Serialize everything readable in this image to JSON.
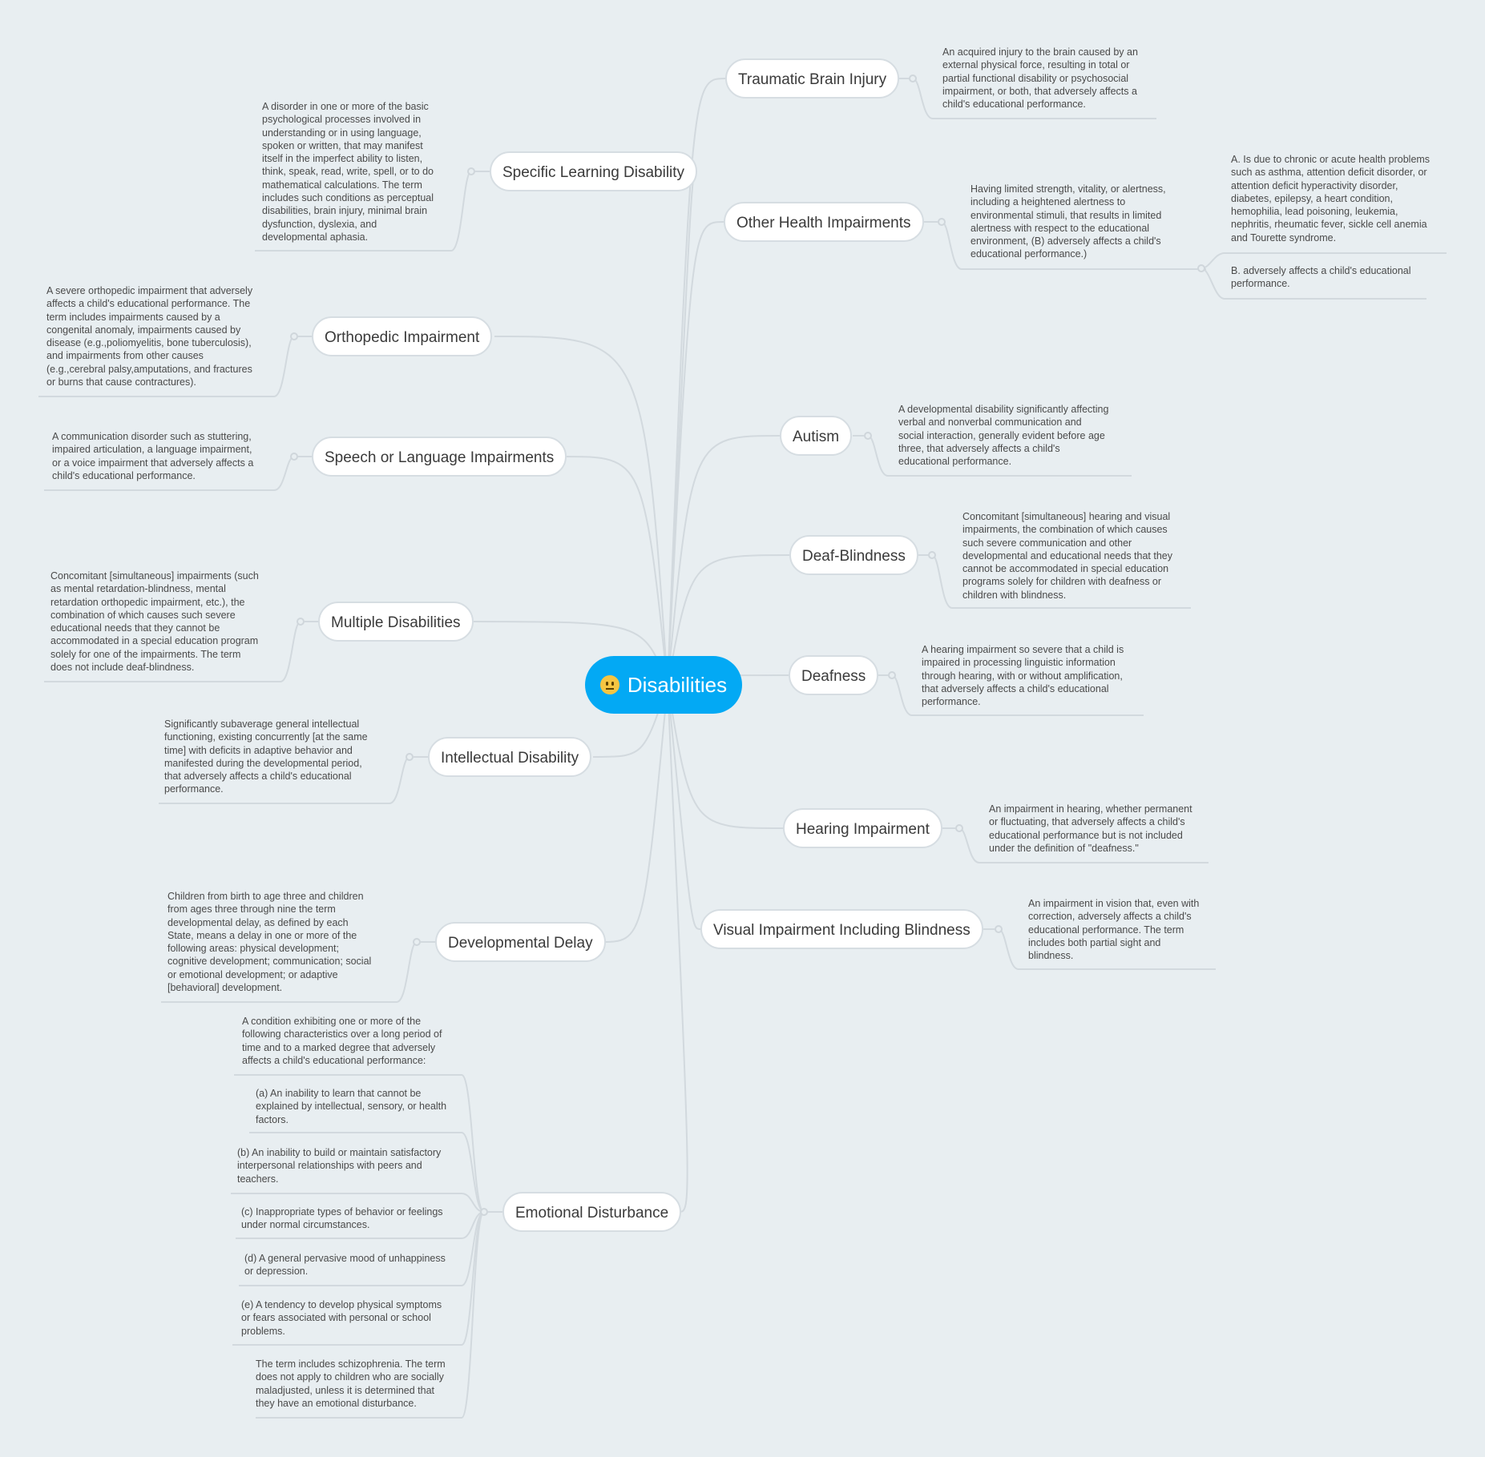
{
  "central": {
    "label": "Disabilities",
    "icon": "neutral-face-emoji-icon"
  },
  "colors": {
    "central_fill": "#03a9f4",
    "background": "#e8eef1",
    "line": "#d2d9de"
  },
  "topics": {
    "traumatic_brain_injury": {
      "label": "Traumatic Brain Injury",
      "note": [
        "An acquired injury to the brain caused by an",
        "external physical force, resulting in total or",
        "partial functional disability or psychosocial",
        "impairment, or both, that adversely affects a",
        "child's educational performance."
      ]
    },
    "other_health_impairments": {
      "label": "Other Health Impairments",
      "note": [
        "Having limited strength, vitality, or alertness,",
        "including a heightened alertness to",
        "environmental stimuli, that results in limited",
        "alertness with respect to the educational",
        "environment,  (B) adversely affects a child's",
        "educational performance.)"
      ],
      "sub_a": [
        "A. Is due to chronic or acute health problems",
        "such as asthma, attention deficit disorder, or",
        "attention deficit hyperactivity disorder,",
        "diabetes, epilepsy, a heart condition,",
        "hemophilia, lead poisoning, leukemia,",
        "nephritis, rheumatic fever, sickle cell anemia",
        "and Tourette syndrome."
      ],
      "sub_b": [
        "B. adversely affects a child's educational",
        "performance."
      ]
    },
    "autism": {
      "label": "Autism",
      "note": [
        "A developmental disability significantly affecting",
        "verbal and nonverbal communication and",
        "social interaction, generally evident before age",
        "three, that adversely affects a child's",
        "educational performance."
      ]
    },
    "deaf_blindness": {
      "label": "Deaf-Blindness",
      "note": [
        "Concomitant [simultaneous] hearing and visual",
        "impairments, the combination of which causes",
        "such severe communication and other",
        "developmental and educational needs that they",
        "cannot be accommodated in special education",
        "programs solely for children with deafness or",
        "children with blindness."
      ]
    },
    "deafness": {
      "label": "Deafness",
      "note": [
        "A hearing impairment so severe that a child is",
        "impaired in processing linguistic information",
        "through hearing, with or without amplification,",
        "that adversely affects a child's educational",
        "performance."
      ]
    },
    "hearing_impairment": {
      "label": "Hearing Impairment",
      "note": [
        "An impairment in hearing, whether permanent",
        "or fluctuating, that adversely affects a child's",
        "educational performance but is not included",
        "under the definition of \"deafness.\""
      ]
    },
    "visual_impairment": {
      "label": "Visual Impairment Including Blindness",
      "note": [
        "An impairment in vision that, even with",
        "correction, adversely affects a child's",
        "educational performance. The term",
        "includes both partial sight and",
        "blindness."
      ]
    },
    "specific_learning_disability": {
      "label": "Specific Learning Disability",
      "note": [
        "A disorder in one or more of the basic",
        "psychological processes involved in",
        "understanding or in using language,",
        "spoken or written, that may manifest",
        "itself in the imperfect ability to listen,",
        "think, speak, read, write, spell, or to do",
        "mathematical calculations. The term",
        "includes such conditions as perceptual",
        "disabilities, brain injury, minimal brain",
        "dysfunction, dyslexia, and",
        "developmental aphasia."
      ]
    },
    "orthopedic_impairment": {
      "label": "Orthopedic Impairment",
      "note": [
        "A severe orthopedic impairment that adversely",
        "affects a child's educational performance. The",
        "term includes impairments caused by a",
        "congenital anomaly, impairments caused by",
        "disease (e.g.,poliomyelitis, bone tuberculosis),",
        "and impairments from other causes",
        "(e.g.,cerebral palsy,amputations, and fractures",
        "or burns that cause contractures)."
      ]
    },
    "speech_language": {
      "label": "Speech or Language Impairments",
      "note": [
        "A communication disorder such as stuttering,",
        "impaired articulation, a language impairment,",
        "or a voice impairment that adversely affects a",
        "child's educational performance."
      ]
    },
    "multiple_disabilities": {
      "label": "Multiple Disabilities",
      "note": [
        "Concomitant [simultaneous] impairments (such",
        "as mental retardation-blindness, mental",
        "retardation orthopedic impairment, etc.), the",
        "combination of which causes such severe",
        "educational needs that they cannot be",
        "accommodated in a special education program",
        "solely for one of the impairments. The term",
        "does not include deaf-blindness."
      ]
    },
    "intellectual_disability": {
      "label": "Intellectual Disability",
      "note": [
        "Significantly subaverage general intellectual",
        "functioning, existing concurrently [at the same",
        "time] with deficits in adaptive behavior and",
        "manifested during the developmental period,",
        "that adversely affects a child's educational",
        "performance."
      ]
    },
    "developmental_delay": {
      "label": "Developmental Delay",
      "note": [
        "Children from birth to age three and children",
        "from ages three through nine  the term",
        "developmental delay, as defined by each",
        "State, means a delay in one or more of the",
        "following areas: physical development;",
        "cognitive development; communication; social",
        "or emotional development; or adaptive",
        "[behavioral] development."
      ]
    },
    "emotional_disturbance": {
      "label": "Emotional Disturbance",
      "notes": [
        [
          "A condition exhibiting one or more of the",
          "following characteristics over a long period of",
          "time and to a marked degree that adversely",
          "affects a child's educational performance:"
        ],
        [
          "(a) An inability to learn that cannot be",
          "explained by intellectual, sensory, or health",
          "factors."
        ],
        [
          "(b) An inability to build or maintain satisfactory",
          "interpersonal relationships with peers and",
          "teachers."
        ],
        [
          "(c) Inappropriate types of behavior or feelings",
          "under normal circumstances."
        ],
        [
          "(d) A general pervasive mood of unhappiness",
          "or depression."
        ],
        [
          "(e) A tendency to develop physical symptoms",
          "or fears associated with personal or school",
          "problems."
        ],
        [
          "The term includes schizophrenia. The term",
          "does not apply to children who are socially",
          "maladjusted, unless it is determined that",
          "they have an emotional disturbance."
        ]
      ]
    }
  }
}
